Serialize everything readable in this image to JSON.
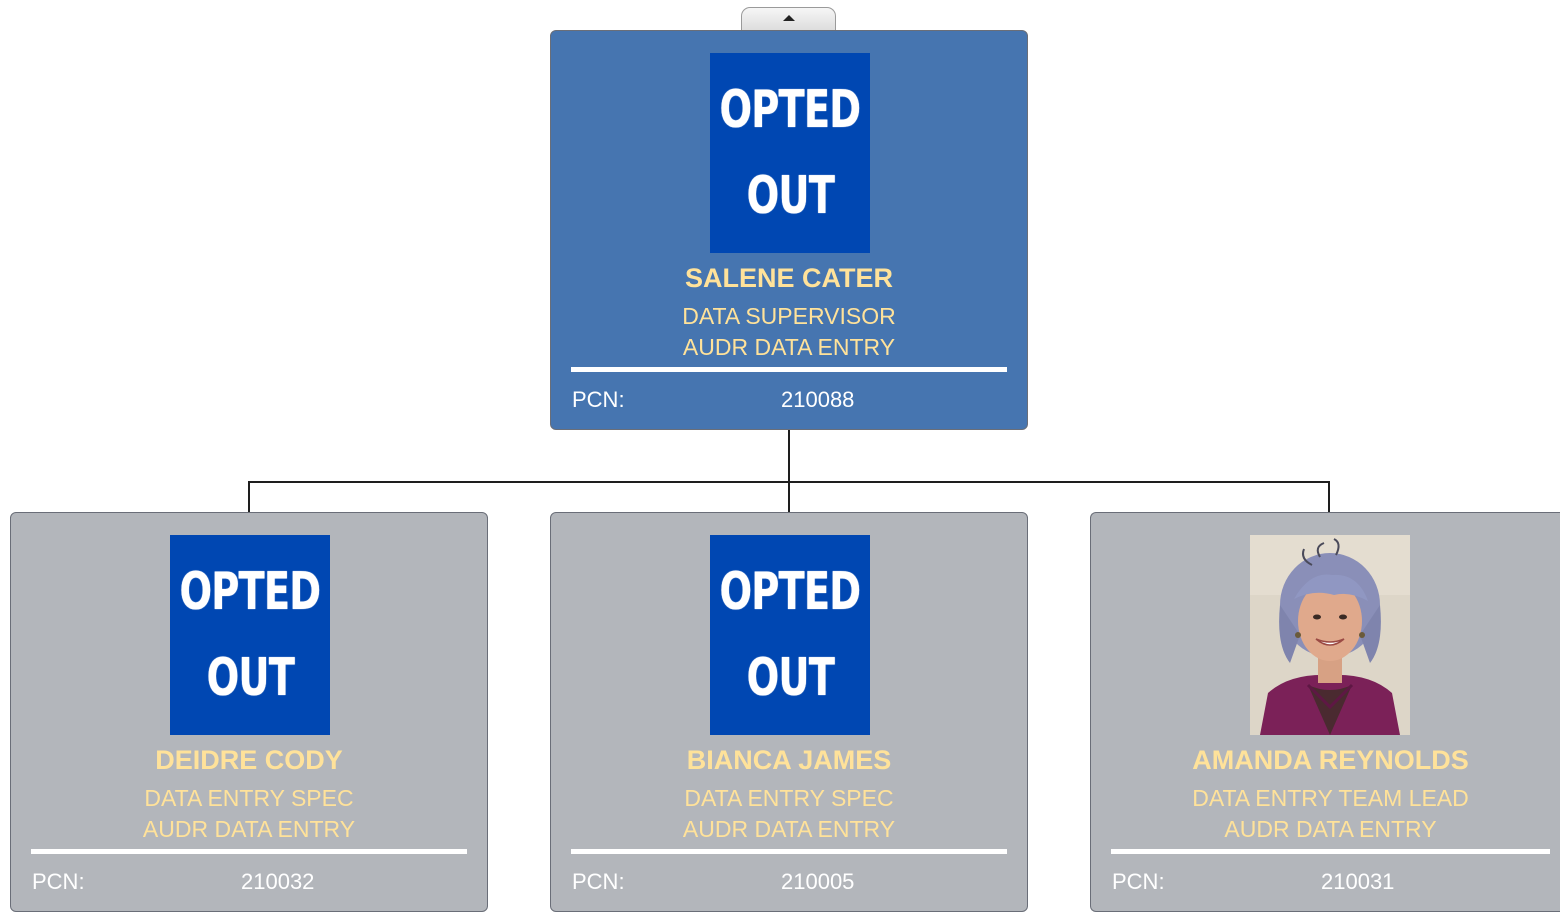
{
  "supervisor": {
    "photo_status": "opted-out",
    "photo_text": [
      "OPTED",
      "OUT"
    ],
    "name": "SALENE CATER",
    "title": "DATA SUPERVISOR",
    "department": "AUDR DATA ENTRY",
    "pcn_label": "PCN:",
    "pcn": "210088"
  },
  "reports": [
    {
      "photo_status": "opted-out",
      "photo_text": [
        "OPTED",
        "OUT"
      ],
      "name": "DEIDRE CODY",
      "title": "DATA ENTRY SPEC",
      "department": "AUDR DATA ENTRY",
      "pcn_label": "PCN:",
      "pcn": "210032"
    },
    {
      "photo_status": "opted-out",
      "photo_text": [
        "OPTED",
        "OUT"
      ],
      "name": "BIANCA JAMES",
      "title": "DATA ENTRY SPEC",
      "department": "AUDR DATA ENTRY",
      "pcn_label": "PCN:",
      "pcn": "210005"
    },
    {
      "photo_status": "portrait",
      "name": "AMANDA REYNOLDS",
      "title": "DATA ENTRY TEAM LEAD",
      "department": "AUDR DATA ENTRY",
      "pcn_label": "PCN:",
      "pcn": "210031"
    }
  ],
  "colors": {
    "supervisor_card": "#4675b0",
    "report_card": "#b3b6bb",
    "name_text": "#ffe29a",
    "opted_out_bg": "#0047b2"
  },
  "icons": {
    "collapse": "chevron-up-icon"
  }
}
